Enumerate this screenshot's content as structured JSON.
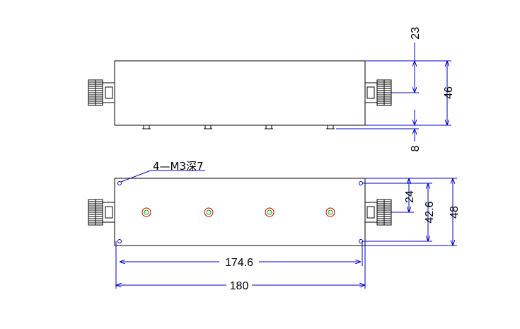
{
  "drawing": {
    "colors": {
      "outline": "#000000",
      "dimension": "#0000cc",
      "hole": "#cc0000",
      "hole_inner": "#00aa00"
    },
    "top_view": {
      "dims": {
        "height": "46",
        "connector_offset": "23",
        "bottom_offset": "8"
      }
    },
    "front_view": {
      "note": "4—M3深7",
      "dims": {
        "connector_offset": "24",
        "hole_span": "42.6",
        "height": "48",
        "hole_pitch": "174.6",
        "length": "180"
      }
    }
  }
}
